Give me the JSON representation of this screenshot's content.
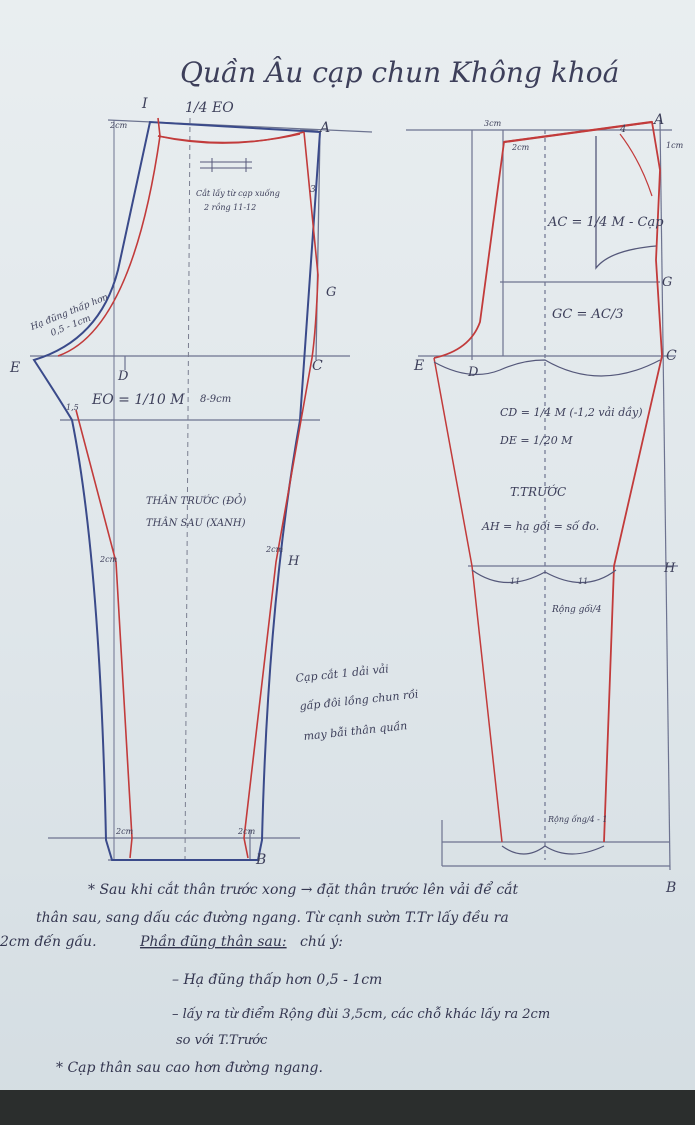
{
  "title": "Quần Âu cạp chun Không khoá",
  "left_pattern": {
    "points": {
      "I": "I",
      "A": "A",
      "E": "E",
      "D": "D",
      "C": "C",
      "G": "G",
      "H": "H",
      "B": "B"
    },
    "top_measure": "1/4 EO",
    "small_2cm": "2cm",
    "cut_note_1": "Cắt lấy từ cạp xuống",
    "cut_note_2": "2 rồng 11-12",
    "crotch_note_1": "Hạ đũng thấp hơn",
    "crotch_note_2": "0,5 - 1cm",
    "eo_formula": "EO = 1/10 M",
    "dist_8_9": "8-9cm",
    "m15": "1,5",
    "m2a": "2cm",
    "m2b": "2cm",
    "m2c": "2cm",
    "m3": "3",
    "m2d": "2cm",
    "legend_front": "THÂN TRƯỚC (ĐỎ)",
    "legend_back": "THÂN SAU (XANH)"
  },
  "right_pattern": {
    "points": {
      "A": "A",
      "G": "G",
      "E": "E",
      "D": "D",
      "C": "C",
      "H": "H",
      "B": "B"
    },
    "m3cm": "3cm",
    "m2cm": "2cm",
    "m4": "4",
    "m1cm": "1cm",
    "ac_formula": "AC = 1/4 M - Cạp",
    "gc_formula": "GC = AC/3",
    "cd_formula": "CD = 1/4 M (-1,2 vải dầy)",
    "de_formula": "DE = 1/20 M",
    "section": "T.TRƯỚC",
    "ah_formula": "AH = hạ gối = số đo.",
    "knee_note": "Rộng gối/4",
    "hem_note": "Rộng ống/4 - 1",
    "tick": "11"
  },
  "side_note": [
    "Cạp cắt 1 dải vải",
    "gấp đôi lồng chun rồi",
    "may bẫi thân quần"
  ],
  "notes": {
    "line1": "* Sau khi cắt thân trước xong → đặt thân trước lên vải để cắt",
    "line2": "thân sau, sang dấu các đường ngang. Từ cạnh sườn T.Tr lấy đều ra",
    "line3": "2cm đến gấu.",
    "heading": "Phần đũng thân sau:",
    "heading_tail": "chú ý:",
    "bullet1": "– Hạ đũng thấp hơn 0,5 - 1cm",
    "bullet2": "– lấy ra từ điểm Rộng đùi 3,5cm, các chỗ khác lấy ra 2cm",
    "bullet3": "so với T.Trước",
    "line_last": "* Cạp thân sau cao hơn đường ngang."
  },
  "colors": {
    "front": "#c23b3b",
    "back": "#3a4a8a",
    "ink": "#3d3f5a",
    "guide": "#7a7e90"
  }
}
